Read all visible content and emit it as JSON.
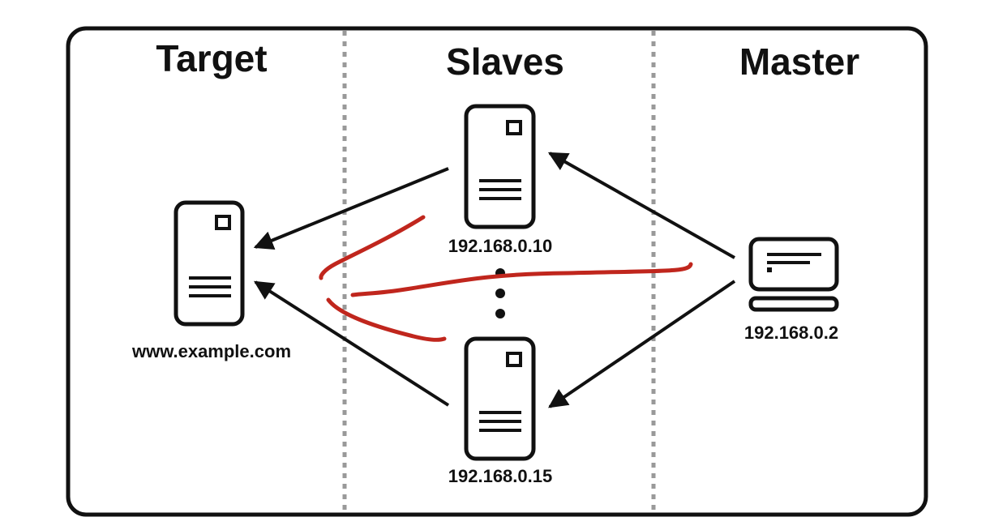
{
  "sections": {
    "target": {
      "title": "Target"
    },
    "slaves": {
      "title": "Slaves"
    },
    "master": {
      "title": "Master"
    }
  },
  "nodes": {
    "target_host": {
      "label": "www.example.com",
      "icon": "server-icon"
    },
    "slave_first": {
      "label": "192.168.0.10",
      "icon": "server-icon"
    },
    "slave_last": {
      "label": "192.168.0.15",
      "icon": "server-icon"
    },
    "master_host": {
      "label": "192.168.0.2",
      "icon": "laptop-icon"
    }
  },
  "colors": {
    "stroke": "#111111",
    "divider": "#999999",
    "annotation": "#c0261d"
  }
}
